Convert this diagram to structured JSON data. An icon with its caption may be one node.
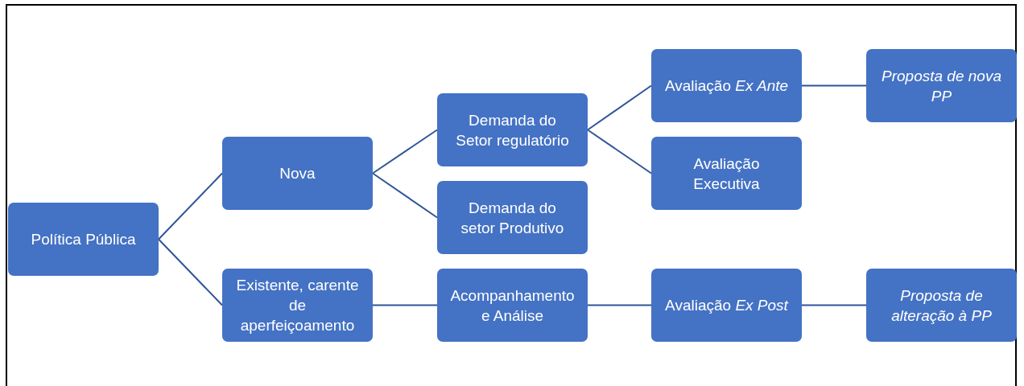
{
  "diagram": {
    "nodes": [
      {
        "text": [
          "Política Pública"
        ]
      },
      {
        "text": [
          "Nova"
        ]
      },
      {
        "text": [
          "Existente, carente de aperfeiçoamento"
        ]
      },
      {
        "text": [
          "Demanda do Setor regulatório"
        ]
      },
      {
        "text": [
          "Demanda do setor Produtivo"
        ]
      },
      {
        "text": [
          "Acompanhamento e Análise"
        ]
      },
      {
        "text": [
          "Avaliação *Ex Ante*"
        ]
      },
      {
        "text": [
          "Avaliação Executiva"
        ]
      },
      {
        "text": [
          "Avaliação *Ex Post*"
        ]
      },
      {
        "text": [
          "Proposta de nova PP"
        ]
      },
      {
        "text": [
          "Proposta de alteração à PP"
        ]
      }
    ],
    "edges": [
      {
        "from": 0,
        "to": 1,
        "arrow": "none"
      },
      {
        "from": 0,
        "to": 2,
        "arrow": "none"
      },
      {
        "from": 1,
        "to": 3,
        "arrow": "none"
      },
      {
        "from": 1,
        "to": 4,
        "arrow": "none"
      },
      {
        "from": 3,
        "to": 6,
        "arrow": "none"
      },
      {
        "from": 3,
        "to": 7,
        "arrow": "none"
      },
      {
        "from": 6,
        "to": 9,
        "arrow": "none"
      },
      {
        "from": 2,
        "to": 5,
        "arrow": "none"
      },
      {
        "from": 5,
        "to": 8,
        "arrow": "none"
      },
      {
        "from": 8,
        "to": 10,
        "arrow": "none"
      }
    ]
  }
}
